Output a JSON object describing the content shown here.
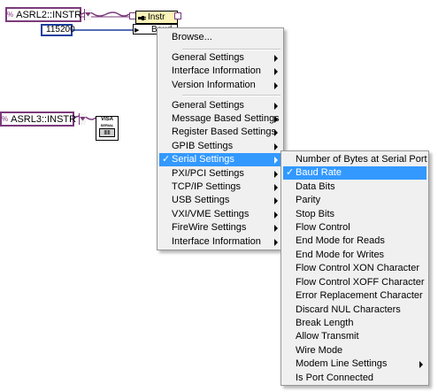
{
  "visa_resource_1": {
    "value": "ASRL2::INSTR",
    "prefix_glyph": "%"
  },
  "visa_resource_2": {
    "value": "ASRL3::INSTR",
    "prefix_glyph": "%"
  },
  "number_constant": {
    "value": "115200"
  },
  "property_node": {
    "class_label": "Instr",
    "property_label": "Baud",
    "class_icon": "plug-icon"
  },
  "visa_icon": {
    "line1": "VISA",
    "line2": "SERIAL"
  },
  "main_menu": {
    "items": [
      {
        "label": "Browse...",
        "submenu": false
      },
      {
        "label": "General Settings",
        "submenu": true
      },
      {
        "label": "Interface Information",
        "submenu": true
      },
      {
        "label": "Version Information",
        "submenu": true
      },
      {
        "label": "General Settings",
        "submenu": true
      },
      {
        "label": "Message Based Settings",
        "submenu": true
      },
      {
        "label": "Register Based Settings",
        "submenu": true
      },
      {
        "label": "GPIB Settings",
        "submenu": true
      },
      {
        "label": "Serial Settings",
        "submenu": true,
        "checked": true,
        "highlighted": true
      },
      {
        "label": "PXI/PCI Settings",
        "submenu": true
      },
      {
        "label": "TCP/IP Settings",
        "submenu": true
      },
      {
        "label": "USB Settings",
        "submenu": true
      },
      {
        "label": "VXI/VME Settings",
        "submenu": true
      },
      {
        "label": "FireWire Settings",
        "submenu": true
      },
      {
        "label": "Interface Information",
        "submenu": true
      }
    ]
  },
  "serial_menu": {
    "items": [
      {
        "label": "Number of Bytes at Serial Port"
      },
      {
        "label": "Baud Rate",
        "checked": true,
        "highlighted": true
      },
      {
        "label": "Data Bits"
      },
      {
        "label": "Parity"
      },
      {
        "label": "Stop Bits"
      },
      {
        "label": "Flow Control"
      },
      {
        "label": "End Mode for Reads"
      },
      {
        "label": "End Mode for Writes"
      },
      {
        "label": "Flow Control XON Character"
      },
      {
        "label": "Flow Control XOFF Character"
      },
      {
        "label": "Error Replacement Character"
      },
      {
        "label": "Discard NUL Characters"
      },
      {
        "label": "Break Length"
      },
      {
        "label": "Allow Transmit"
      },
      {
        "label": "Wire Mode"
      },
      {
        "label": "Modem Line Settings",
        "submenu": true
      },
      {
        "label": "Is Port Connected"
      }
    ]
  },
  "check_glyph": "✓",
  "colors": {
    "visa_wire": "#7b3a7b",
    "numeric_blue": "#1d3f9e",
    "highlight": "#3399ff",
    "node_fill": "#fbf3b8"
  }
}
